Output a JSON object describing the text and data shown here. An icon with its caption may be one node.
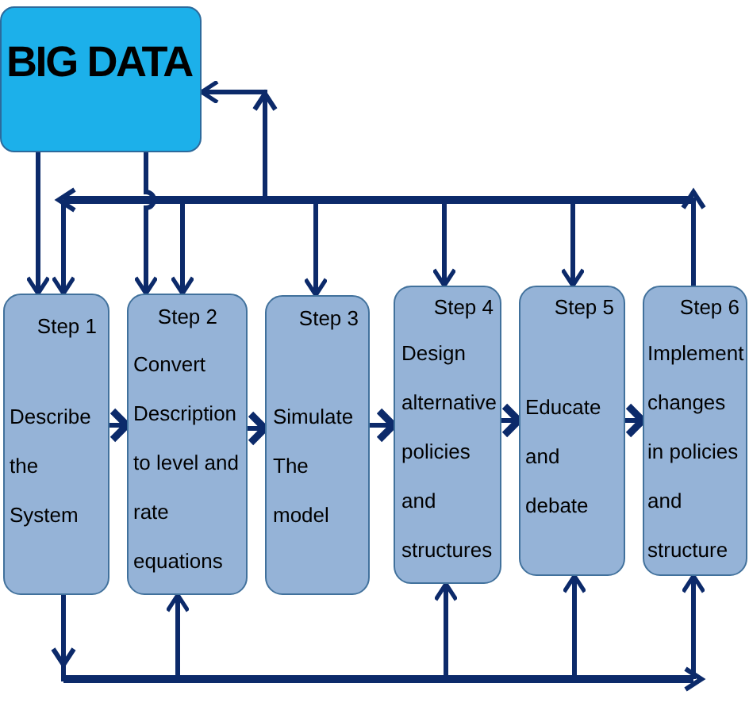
{
  "diagram": {
    "nodes": [
      {
        "text": [
          "BIG DATA"
        ]
      },
      {
        "text": [
          "Step 1",
          "Describe the System"
        ]
      },
      {
        "text": [
          "Step 2",
          "Convert Description to level and rate equations"
        ]
      },
      {
        "text": [
          "Step 3",
          "Simulate The model"
        ]
      },
      {
        "text": [
          "Step 4",
          "Design alternative policies and structures"
        ]
      },
      {
        "text": [
          "Step 5",
          "Educate and debate"
        ]
      },
      {
        "text": [
          "Step 6",
          "Implement changes in policies and structure"
        ]
      }
    ],
    "edges": [
      {
        "from": 1,
        "to": 2,
        "arrow": "to"
      },
      {
        "from": 2,
        "to": 3,
        "arrow": "to"
      },
      {
        "from": 3,
        "to": 4,
        "arrow": "to"
      },
      {
        "from": 4,
        "to": 5,
        "arrow": "to"
      },
      {
        "from": 5,
        "to": 6,
        "arrow": "to"
      },
      {
        "from": 0,
        "to": 1,
        "arrow": "to"
      },
      {
        "from": 0,
        "to": 2,
        "arrow": "to"
      },
      {
        "from": 6,
        "to": 0,
        "arrow": "to"
      },
      {
        "from": 6,
        "to": 1,
        "arrow": "to"
      },
      {
        "from": 6,
        "to": 2,
        "arrow": "to"
      },
      {
        "from": 6,
        "to": 3,
        "arrow": "to"
      },
      {
        "from": 6,
        "to": 4,
        "arrow": "to"
      },
      {
        "from": 6,
        "to": 5,
        "arrow": "to"
      },
      {
        "from": 1,
        "to": 2,
        "arrow": "to"
      },
      {
        "from": 1,
        "to": 4,
        "arrow": "to"
      },
      {
        "from": 1,
        "to": 5,
        "arrow": "to"
      },
      {
        "from": 1,
        "to": 6,
        "arrow": "to"
      }
    ]
  }
}
